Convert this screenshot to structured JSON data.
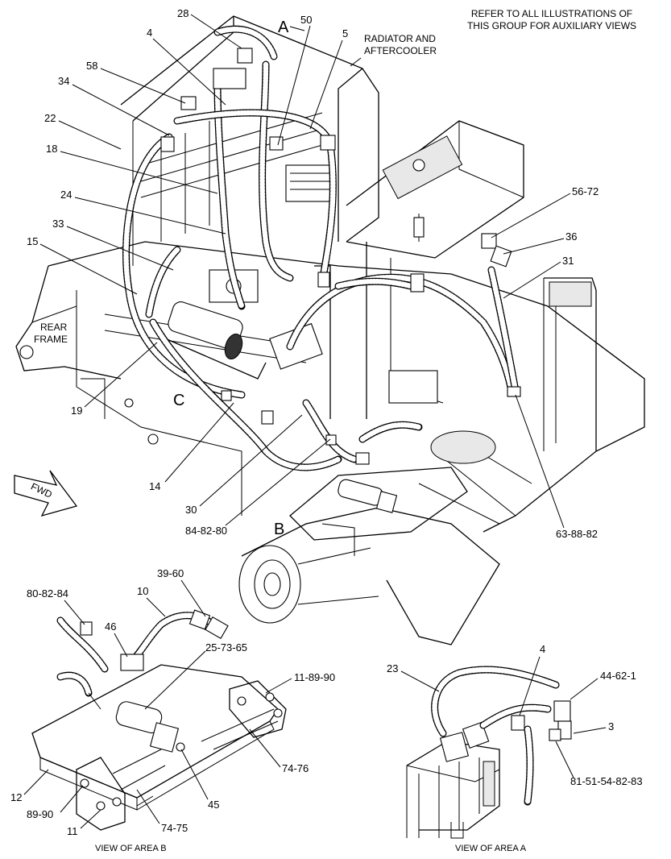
{
  "header": {
    "note_line1": "REFER TO ALL ILLUSTRATIONS OF",
    "note_line2": "THIS GROUP FOR AUXILIARY VIEWS"
  },
  "component_labels": {
    "radiator_line1": "RADIATOR AND",
    "radiator_line2": "AFTERCOOLER",
    "rear_frame_line1": "REAR",
    "rear_frame_line2": "FRAME",
    "fwd": "FWD"
  },
  "area_letters": {
    "a": "A",
    "b": "B",
    "c": "C"
  },
  "main_callouts": {
    "c28": "28",
    "c4": "4",
    "c50": "50",
    "c5": "5",
    "c58": "58",
    "c34": "34",
    "c22": "22",
    "c18": "18",
    "c24": "24",
    "c33": "33",
    "c15": "15",
    "c56_72": "56-72",
    "c36": "36",
    "c31": "31",
    "c19": "19",
    "c14": "14",
    "c30": "30",
    "c84_82_80": "84-82-80",
    "c63_88_82": "63-88-82"
  },
  "view_b": {
    "caption": "VIEW OF AREA  B",
    "callouts": {
      "c80_82_84": "80-82-84",
      "c10": "10",
      "c39_60": "39-60",
      "c46": "46",
      "c25_73_65": "25-73-65",
      "c11_89_90": "11-89-90",
      "c74_76": "74-76",
      "c12": "12",
      "c89_90": "89-90",
      "c11": "11",
      "c74_75": "74-75",
      "c45": "45"
    }
  },
  "view_a": {
    "caption": "VIEW OF AREA  A",
    "callouts": {
      "c23": "23",
      "c4": "4",
      "c44_62_1": "44-62-1",
      "c3": "3",
      "c81_51_54_82_83": "81-51-54-82-83"
    }
  }
}
